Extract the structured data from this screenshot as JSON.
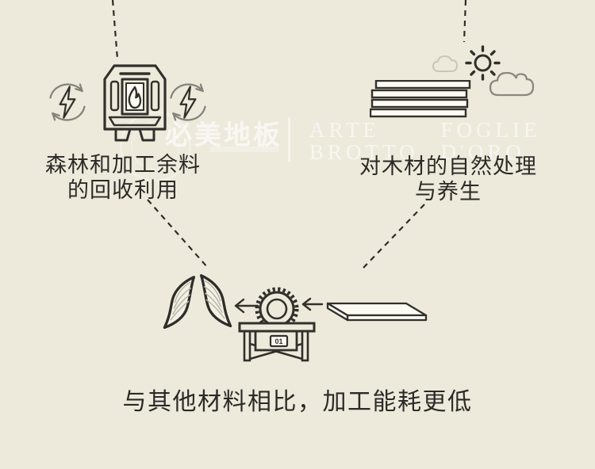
{
  "colors": {
    "background": "#edeadc",
    "line_dark": "#32302b",
    "line_gray": "#85837a",
    "cloud_faint": "#c9c6b8",
    "fill_white": "#fbfaf3",
    "text": "#2b2a26",
    "watermark": "rgba(255,255,255,0.6)"
  },
  "watermark": {
    "brand_cn": "必美地板",
    "separator": "|",
    "en_line1_left": "ARTE",
    "en_line1_right": "FOGLIE",
    "en_line2_left": "BROTTO",
    "en_line2_right": "D'ORO"
  },
  "sections": {
    "left": {
      "caption_line1": "森林和加工余料",
      "caption_line2": "的回收利用"
    },
    "right": {
      "caption_line1": "对木材的自然处理",
      "caption_line2": "与养生"
    },
    "bottom": {
      "caption": "与其他材料相比，加工能耗更低"
    }
  },
  "center": {
    "saw_switch_label": "01"
  }
}
